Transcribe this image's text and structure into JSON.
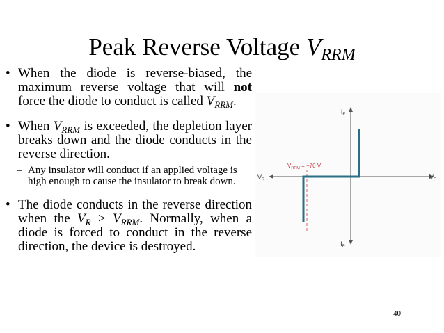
{
  "slide": {
    "title_main": "Peak Reverse Voltage ",
    "title_var": "V",
    "title_sub": "RRM",
    "page_number": "40"
  },
  "bullets": {
    "b1": {
      "marker": "•",
      "t1": "When the diode is reverse-biased, the maximum reverse voltage that will ",
      "bold": "not",
      "t2": " force the diode to conduct is called ",
      "var": "V",
      "sub": "RRM",
      "t3": "."
    },
    "b2": {
      "marker": "•",
      "t1": "When ",
      "var": "V",
      "sub": "RRM",
      "t2": " is exceeded, the depletion layer breaks down and the diode conducts in the reverse direction.",
      "subitem_marker": "–",
      "subitem": "Any insulator will conduct if an applied voltage is high enough to cause the insulator to break down."
    },
    "b3": {
      "marker": "•",
      "t1": "The diode conducts in the reverse direction when the ",
      "var1": "V",
      "sub1": "R",
      "op": " > ",
      "var2": "V",
      "sub2": "RRM",
      "t2": ". Normally, when a diode is forced to conduct in the reverse direction, the device is destroyed."
    }
  },
  "figure": {
    "label_if": "I",
    "label_if_sub": "F",
    "label_ir": "I",
    "label_ir_sub": "R",
    "label_vr": "V",
    "label_vr_sub": "R",
    "label_vf": "V",
    "label_vf_sub": "F",
    "vrrm_label": "V",
    "vrrm_sub": "RRM",
    "vrrm_value": " = −70 V",
    "curve_color": "#2a6f86",
    "dash_color": "#e06070",
    "axis_color": "#555555"
  }
}
